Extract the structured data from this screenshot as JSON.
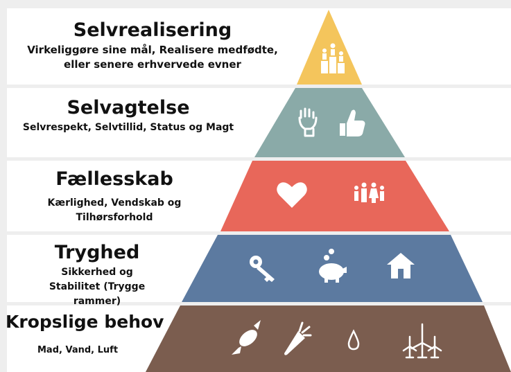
{
  "pyramid": {
    "levels": [
      {
        "title": "Selvrealisering",
        "description": "Virkeliggøre sine mål, Realisere medfødte, eller senere erhvervede evner",
        "color": "#f4c55c",
        "icons": [
          "trophy-podium-icon"
        ]
      },
      {
        "title": "Selvagtelse",
        "description": "Selvrespekt, Selvtillid, Status og Magt",
        "color": "#8aaaa8",
        "icons": [
          "raised-fist-icon",
          "thumbs-up-icon"
        ]
      },
      {
        "title": "Fællesskab",
        "description": "Kærlighed, Vendskab og Tilhørsforhold",
        "color": "#e8675a",
        "icons": [
          "heart-icon",
          "family-icon"
        ]
      },
      {
        "title": "Tryghed",
        "description": "Sikkerhed og Stabilitet (Trygge rammer)",
        "color": "#5c7aa0",
        "icons": [
          "key-icon",
          "piggy-bank-icon",
          "house-icon"
        ]
      },
      {
        "title": "Kropslige behov",
        "description": "Mad, Vand, Luft",
        "color": "#7b5d4f",
        "icons": [
          "fish-icon",
          "carrot-icon",
          "water-drop-icon",
          "wind-turbine-icon"
        ]
      }
    ]
  }
}
